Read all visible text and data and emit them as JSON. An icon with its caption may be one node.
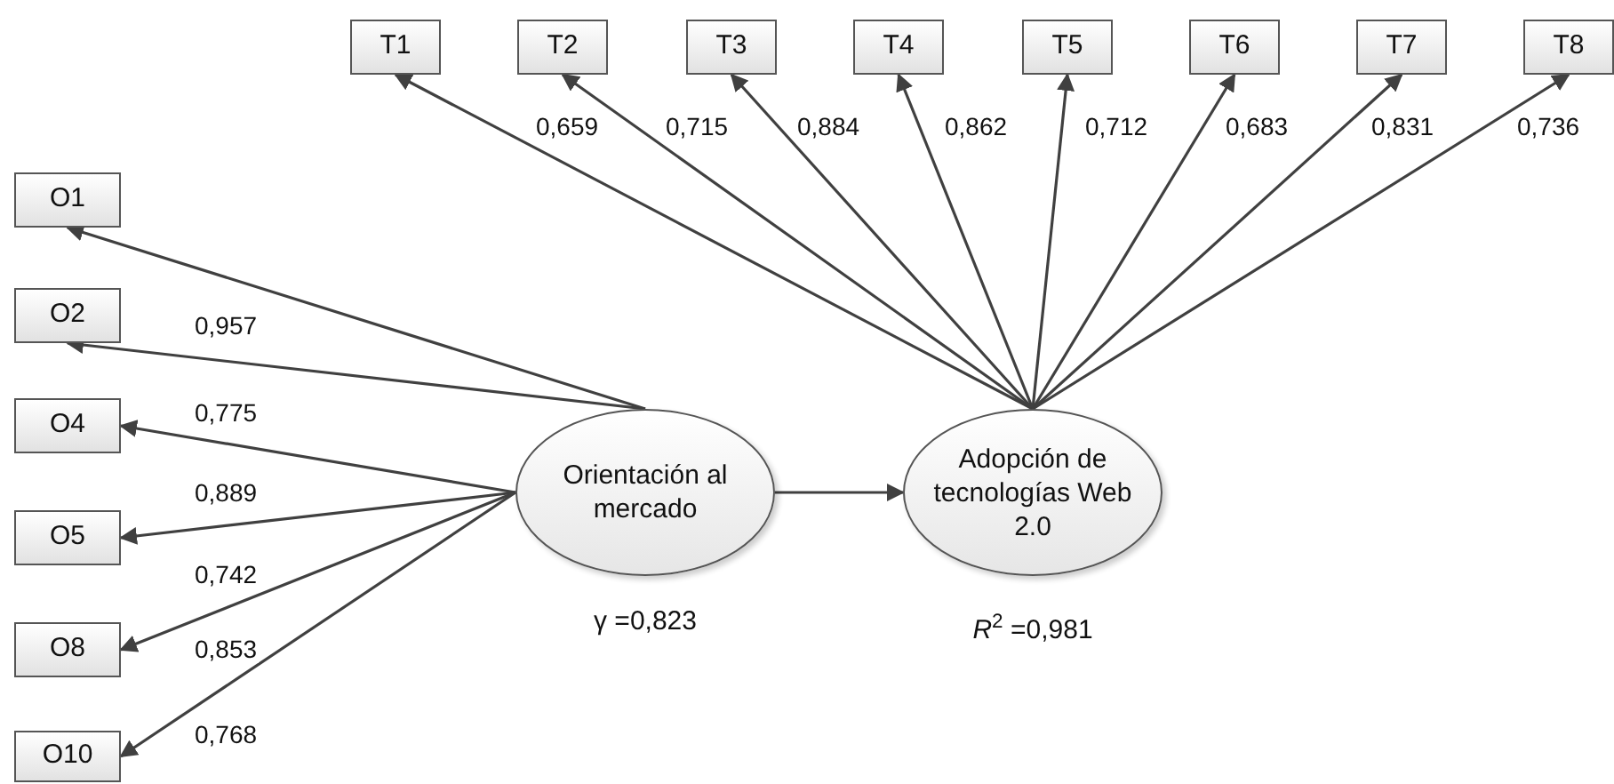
{
  "diagram": {
    "nodes": [
      {
        "text": [
          "T1"
        ]
      },
      {
        "text": [
          "T2"
        ]
      },
      {
        "text": [
          "T3"
        ]
      },
      {
        "text": [
          "T4"
        ]
      },
      {
        "text": [
          "T5"
        ]
      },
      {
        "text": [
          "T6"
        ]
      },
      {
        "text": [
          "T7"
        ]
      },
      {
        "text": [
          "T8"
        ]
      },
      {
        "text": [
          "O1"
        ]
      },
      {
        "text": [
          "O2"
        ]
      },
      {
        "text": [
          "O4"
        ]
      },
      {
        "text": [
          "O5"
        ]
      },
      {
        "text": [
          "O8"
        ]
      },
      {
        "text": [
          "O10"
        ]
      },
      {
        "text": [
          "Orientación al mercado"
        ],
        "beside": [
          "γ =0,823"
        ]
      },
      {
        "text": [
          "Adopción de tecnologías Web 2.0"
        ],
        "beside": [
          "*R*$^{2}$ =0,981"
        ]
      }
    ],
    "edges": [
      {
        "from": 15,
        "to": 0,
        "arrow": "to",
        "label": "0,659"
      },
      {
        "from": 15,
        "to": 1,
        "arrow": "to",
        "label": "0,715"
      },
      {
        "from": 15,
        "to": 2,
        "arrow": "to",
        "label": "0,884"
      },
      {
        "from": 15,
        "to": 3,
        "arrow": "to",
        "label": "0,862"
      },
      {
        "from": 15,
        "to": 4,
        "arrow": "to",
        "label": "0,712"
      },
      {
        "from": 15,
        "to": 5,
        "arrow": "to",
        "label": "0,683"
      },
      {
        "from": 15,
        "to": 6,
        "arrow": "to",
        "label": "0,831"
      },
      {
        "from": 15,
        "to": 7,
        "arrow": "to",
        "label": "0,736"
      },
      {
        "from": 14,
        "to": 8,
        "arrow": "to",
        "label": "0,957"
      },
      {
        "from": 14,
        "to": 9,
        "arrow": "to",
        "label": "0,775"
      },
      {
        "from": 14,
        "to": 10,
        "arrow": "to",
        "label": "0,889"
      },
      {
        "from": 14,
        "to": 11,
        "arrow": "to",
        "label": "0,742"
      },
      {
        "from": 14,
        "to": 12,
        "arrow": "to",
        "label": "0,853"
      },
      {
        "from": 14,
        "to": 13,
        "arrow": "to",
        "label": "0,768"
      },
      {
        "from": 14,
        "to": 15,
        "arrow": "to"
      }
    ]
  }
}
